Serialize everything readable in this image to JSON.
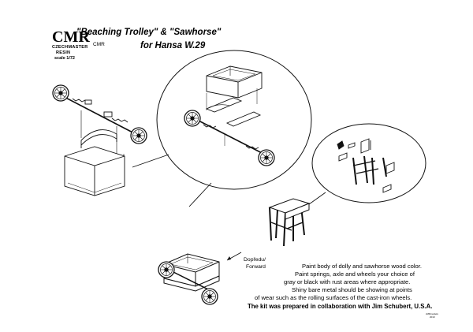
{
  "header": {
    "logo_letters": "CMR",
    "logo_ring_top": "CZECHMASTER",
    "logo_ring_bottom": "RESIN",
    "title_line1": "\"Beaching Trolley\" & \"Sawhorse\"",
    "brand_small": "CMR",
    "title_line2": "for Hansa W.29",
    "scale": "scale 1/72"
  },
  "labels": {
    "direction_line1": "Dopředu/",
    "direction_line2": "Forward"
  },
  "instructions": {
    "lines": [
      "Paint body of dolly and sawhorse wood color.",
      "Paint springs, axle and wheels your choice of",
      "gray or black with rust areas where appropriate.",
      "Shiny bare metal should be showing at points",
      "of wear such as the rolling surfaces of the cast-iron wheels."
    ],
    "credit": "The kit was prepared in collaboration with Jim Schubert, U.S.A."
  },
  "footer": {
    "tiny_mark_1": "cMRmodels",
    "tiny_mark_2": "2013"
  },
  "colors": {
    "ink": "#111111",
    "paper": "#ffffff"
  }
}
